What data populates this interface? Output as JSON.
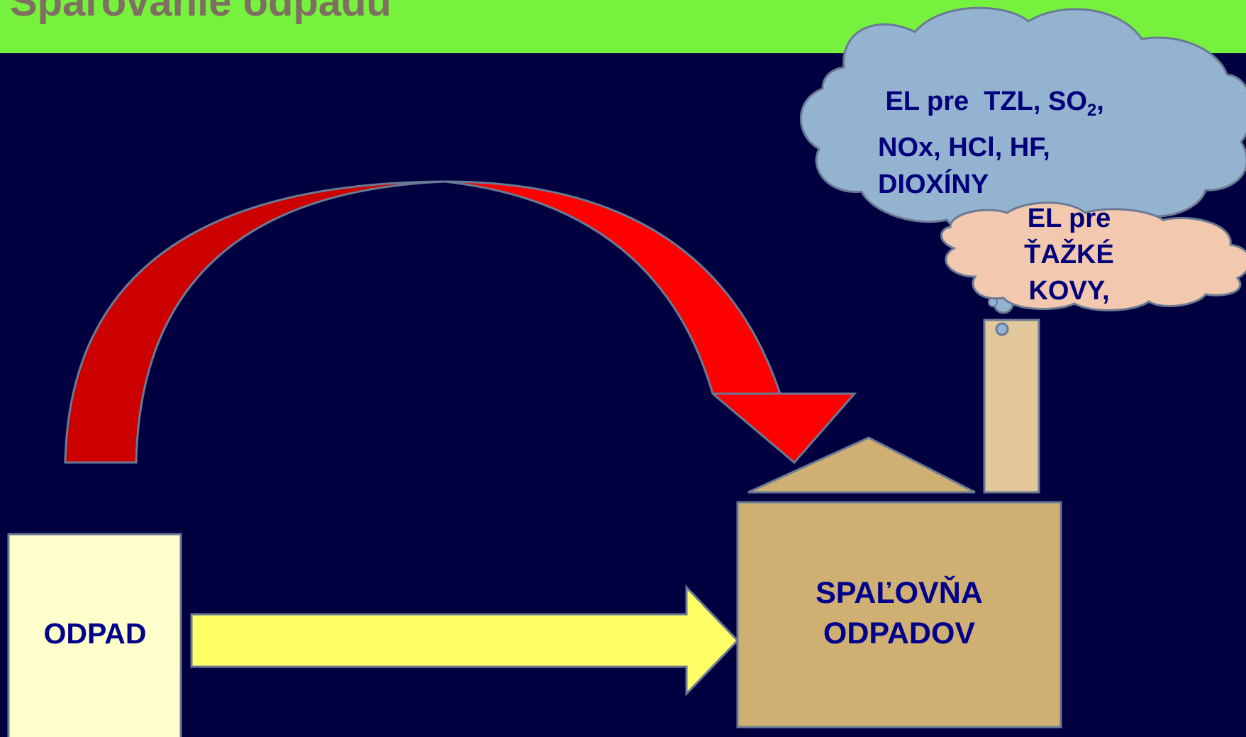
{
  "title": "Spaľovanie odpadu",
  "nodes": {
    "odpad": "ODPAD",
    "spalovna": {
      "line1": "SPAĽOVŇA",
      "line2": "ODPADOV"
    }
  },
  "clouds": {
    "emissions": {
      "line1_pre": " EL pre  TZL, SO",
      "line1_sub": "2",
      "line1_post": ",",
      "line2": "NOx, HCl, HF,",
      "line3": "DIOXÍNY"
    },
    "metals": {
      "line1": "EL pre",
      "line2": "ŤAŽKÉ",
      "line3": "KOVY,"
    }
  },
  "colors": {
    "background": "#000040",
    "header": "#76F23E",
    "title_text": "#7F6F60",
    "label_text": "#00008C",
    "red_arrow": "#FF0000",
    "red_arrow_dark": "#CC0000",
    "yellow_arrow": "#FFFF66",
    "odpad_box": "#FFFFCC",
    "plant": "#CFAF72",
    "chimney": "#E2C79A",
    "cloud_blue": "#93B3D0",
    "cloud_pink": "#F2C9AE"
  }
}
